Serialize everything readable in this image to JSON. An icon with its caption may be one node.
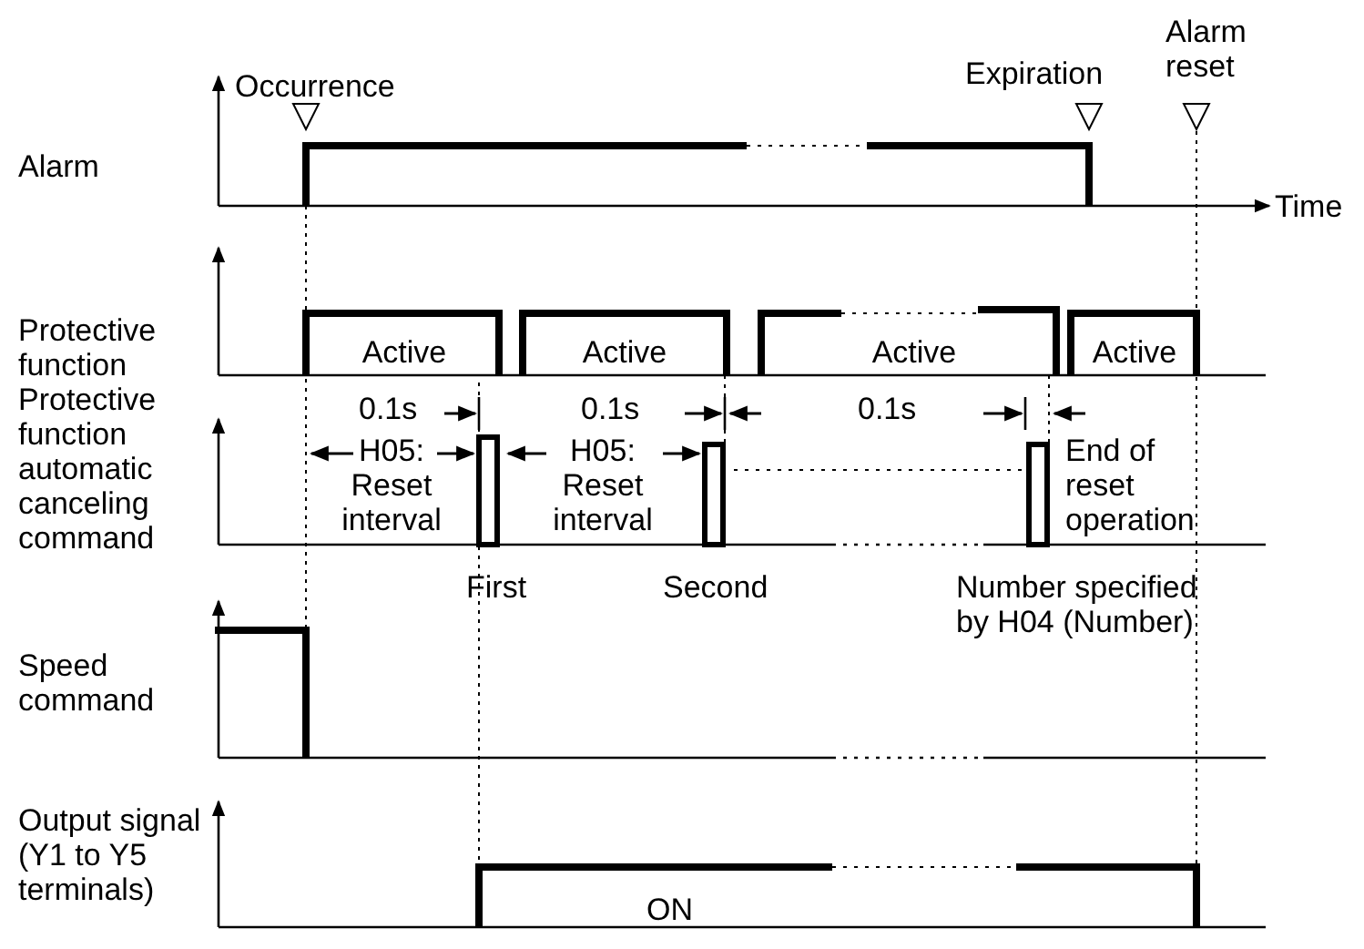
{
  "diagram": {
    "labels": [
      "Alarm reset",
      "Occurrence",
      "Expiration",
      "Alarm",
      "Time",
      "Protective function",
      "Active",
      "Active",
      "Active",
      "Active",
      "Protective function automatic canceling command",
      "0.1s",
      "0.1s",
      "0.1s",
      "H05: Reset interval",
      "H05: Reset interval",
      "End of reset operation",
      "First",
      "Second",
      "Number specified by H04 (Number)",
      "Speed command",
      "Output signal (Y1 to Y5 terminals)",
      "ON"
    ]
  }
}
